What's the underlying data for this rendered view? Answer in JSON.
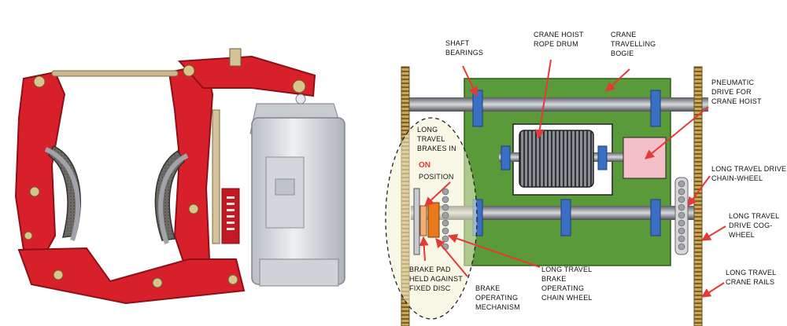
{
  "diagram": {
    "labels": {
      "shaft_bearings": [
        "SHAFT",
        "BEARINGS"
      ],
      "rope_drum": [
        "CRANE HOIST",
        "ROPE DRUM"
      ],
      "bogie": [
        "CRANE",
        "TRAVELLING",
        "BOGIE"
      ],
      "pneumatic": [
        "PNEUMATIC",
        "DRIVE FOR",
        "CRANE HOIST"
      ],
      "lt_brakes": [
        "LONG",
        "TRAVEL",
        "BRAKES IN"
      ],
      "on_word": "ON",
      "position_word": "POSITION",
      "lt_chain_wheel": [
        "LONG TRAVEL DRIVE",
        "CHAIN-WHEEL"
      ],
      "lt_cog_wheel": [
        "LONG TRAVEL",
        "DRIVE COG-",
        "WHEEL"
      ],
      "lt_rails": [
        "LONG TRAVEL",
        "CRANE RAILS"
      ],
      "brake_pad": [
        "BRAKE PAD",
        "HELD AGAINST",
        "FIXED DISC"
      ],
      "brake_mech": [
        "BRAKE",
        "OPERATING",
        "MECHANISM"
      ],
      "lt_brake_chain": [
        "LONG TRAVEL",
        "BRAKE",
        "OPERATING",
        "CHAIN WHEEL"
      ]
    },
    "colors": {
      "on_text": "#e53935",
      "arrow": "#e53935",
      "frame": "#5a9a3a",
      "bearing": "#3a6fc4",
      "pneumatic_box": "#f4c0c8",
      "brake_orange": "#e87a1e",
      "rail": "#c9a85a",
      "photo_red": "#d8202a",
      "thruster_grey": "#dfe2e5"
    }
  }
}
